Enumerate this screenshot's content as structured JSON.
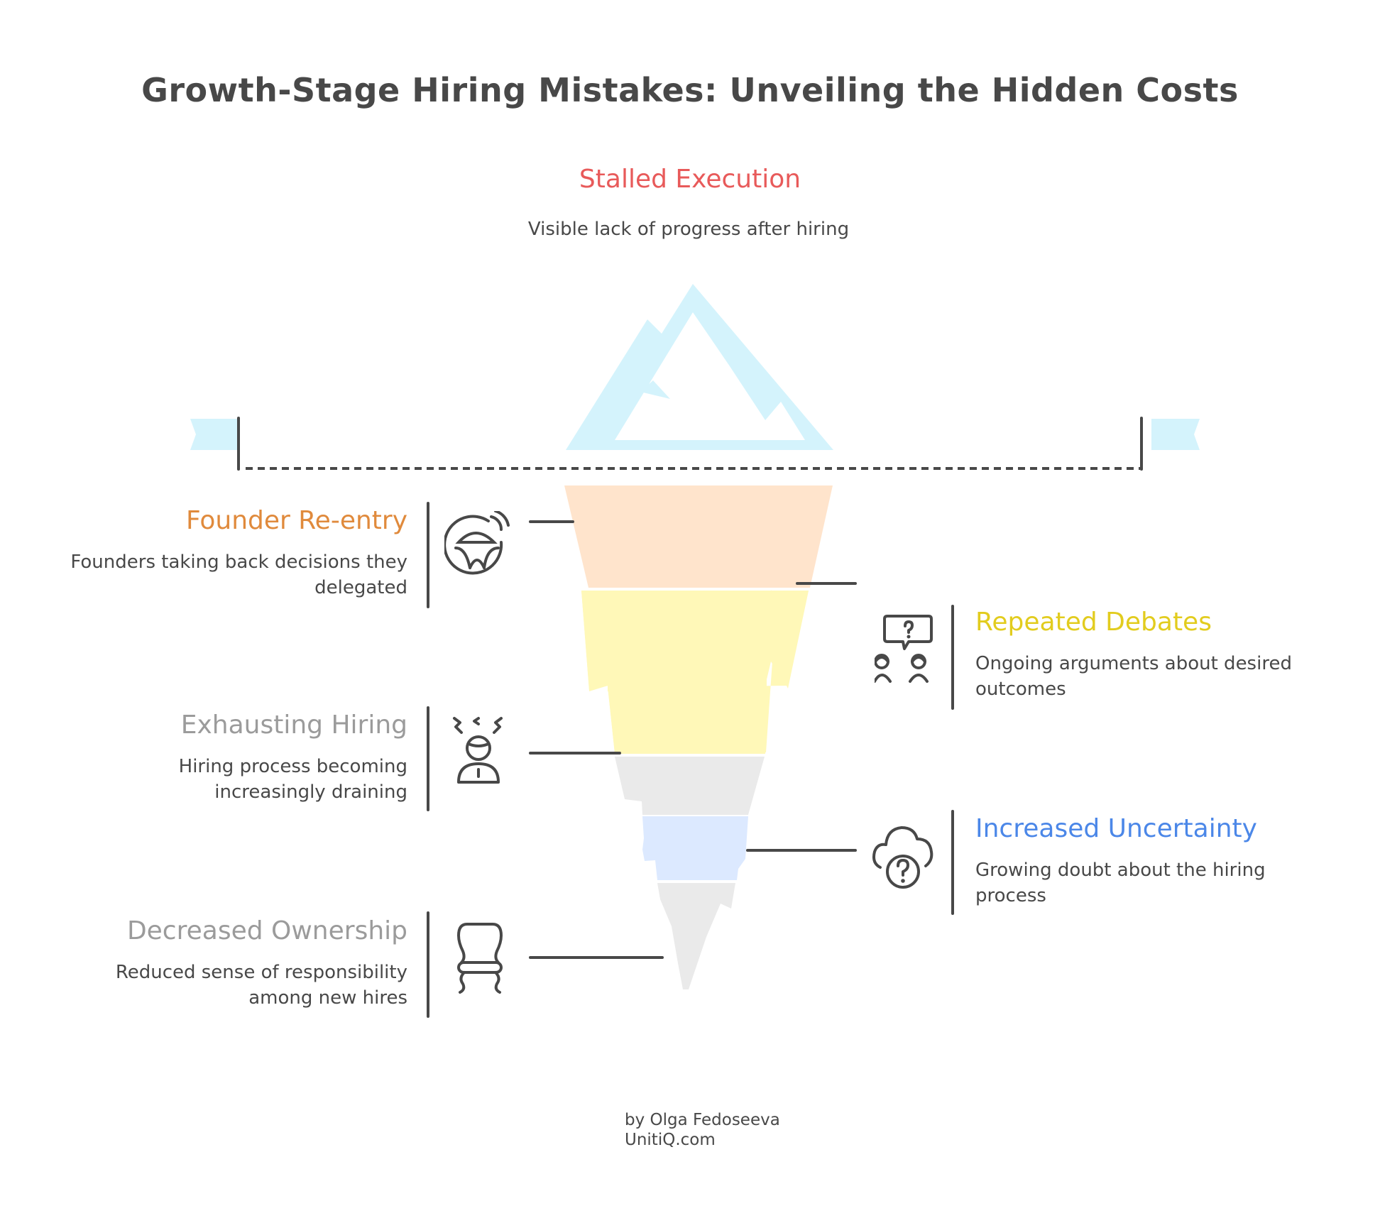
{
  "title": "Growth-Stage Hiring Mistakes: Unveiling the Hidden Costs",
  "colors": {
    "ice": "#d4f3fc",
    "text": "#484848",
    "orange": "#e08a3c",
    "orange_fill": "#ffe4cc",
    "yellow": "#e2cc1e",
    "yellow_fill": "#fff8b8",
    "gray": "#9b9b9b",
    "gray_fill": "#eaeaea",
    "blue": "#4b87e8",
    "blue_fill": "#dce9ff",
    "red": "#e85a5a"
  },
  "tip": {
    "heading": "Stalled Execution",
    "description": "Visible lack of progress after hiring"
  },
  "layers": [
    {
      "side": "left",
      "heading": "Founder Re-entry",
      "description": "Founders taking back decisions they delegated",
      "icon": "steering-wheel-icon"
    },
    {
      "side": "right",
      "heading": "Repeated Debates",
      "description": "Ongoing arguments about desired outcomes",
      "icon": "debate-people-icon"
    },
    {
      "side": "left",
      "heading": "Exhausting Hiring",
      "description": "Hiring process becoming increasingly draining",
      "icon": "stressed-person-icon"
    },
    {
      "side": "right",
      "heading": "Increased Uncertainty",
      "description": "Growing doubt about the hiring process",
      "icon": "cloud-question-icon"
    },
    {
      "side": "left",
      "heading": "Decreased Ownership",
      "description": "Reduced sense of responsibility among new hires",
      "icon": "chair-icon"
    }
  ],
  "footer": {
    "author": "by Olga Fedoseeva",
    "site": "UnitiQ.com"
  }
}
